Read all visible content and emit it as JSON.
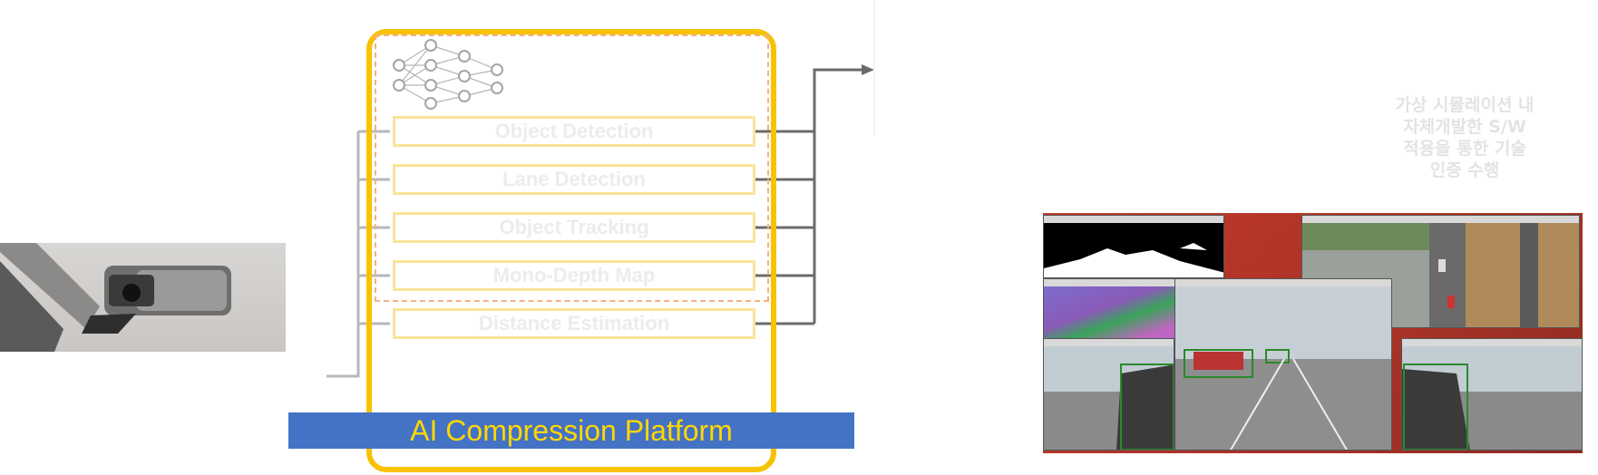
{
  "modules": [
    {
      "label": "Object Detection"
    },
    {
      "label": "Lane Detection"
    },
    {
      "label": "Object Tracking"
    },
    {
      "label": "Mono-Depth Map"
    },
    {
      "label": "Distance Estimation"
    }
  ],
  "platform": {
    "title": "AI Compression Platform"
  },
  "description": {
    "lines": [
      "가상 시뮬레이션 내",
      "자체개발한 S/W",
      "적용을 통한 기술",
      "인증 수행"
    ]
  },
  "colors": {
    "platform_border": "#f7c200",
    "banner_bg": "#4472c4",
    "banner_text": "#ffd700",
    "dashed_border": "#f4b183",
    "module_border": "#fbe39b"
  },
  "icons": [
    "neural-network-icon",
    "camera-photo",
    "simulation-screenshots"
  ]
}
